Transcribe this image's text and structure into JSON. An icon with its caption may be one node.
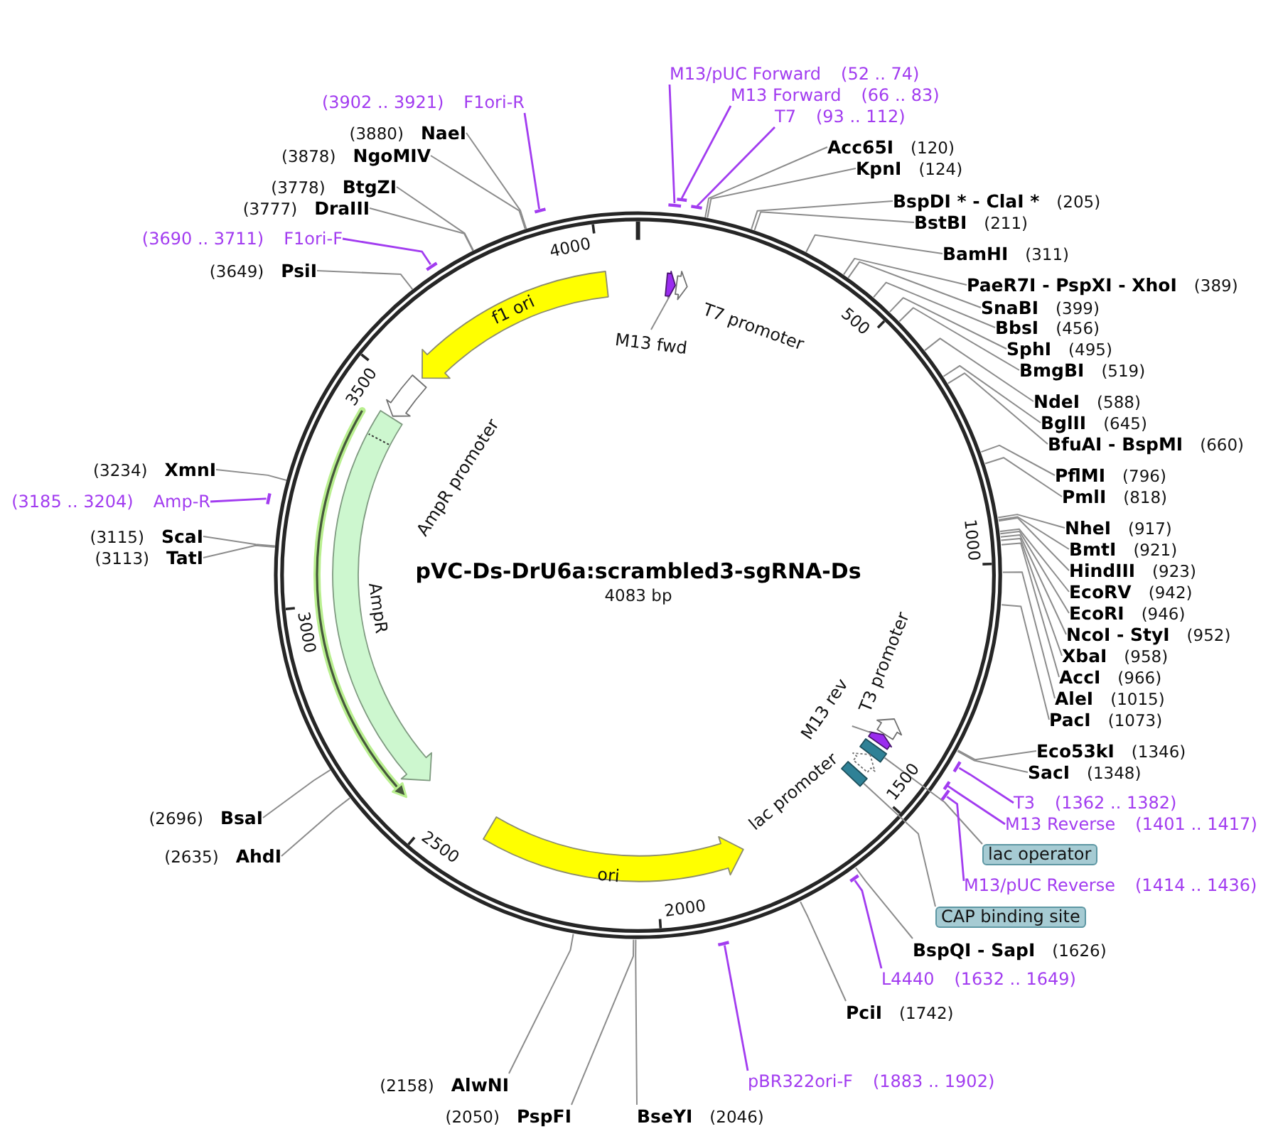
{
  "diagram": {
    "nodes": [
      {
        "text": [
          "pVC-Ds-DrU6a:scrambled3-sgRNA-Ds",
          "4083 bp"
        ]
      },
      {
        "text": [
          "M13/pUC Forward",
          "(52 .. 74)"
        ]
      },
      {
        "text": [],
        "shape": "bar"
      },
      {
        "text": [
          "M13 Forward",
          "(66 .. 83)"
        ]
      },
      {
        "text": [],
        "shape": "bar"
      },
      {
        "text": [
          "T7",
          "(93 .. 112)"
        ]
      },
      {
        "text": [],
        "shape": "bar"
      },
      {
        "text": [
          "Acc65I",
          "(120)"
        ]
      },
      {
        "text": [
          "KpnI",
          "(124)"
        ]
      },
      {
        "text": [
          "BspDI * - ClaI *",
          "(205)"
        ]
      },
      {
        "text": [
          "BstBI",
          "(211)"
        ]
      },
      {
        "text": [
          "BamHI",
          "(311)"
        ]
      },
      {
        "text": [
          "PaeR7I - PspXI - XhoI",
          "(389)"
        ]
      },
      {
        "text": [
          "SnaBI",
          "(399)"
        ]
      },
      {
        "text": [
          "BbsI",
          "(456)"
        ]
      },
      {
        "text": [
          "SphI",
          "(495)"
        ]
      },
      {
        "text": [
          "BmgBI",
          "(519)"
        ]
      },
      {
        "text": [
          "NdeI",
          "(588)"
        ]
      },
      {
        "text": [
          "BglII",
          "(645)"
        ]
      },
      {
        "text": [
          "BfuAI - BspMI",
          "(660)"
        ]
      },
      {
        "text": [
          "PflMI",
          "(796)"
        ]
      },
      {
        "text": [
          "PmlI",
          "(818)"
        ]
      },
      {
        "text": [
          "NheI",
          "(917)"
        ]
      },
      {
        "text": [
          "BmtI",
          "(921)"
        ]
      },
      {
        "text": [
          "HindIII",
          "(923)"
        ]
      },
      {
        "text": [
          "EcoRV",
          "(942)"
        ]
      },
      {
        "text": [
          "EcoRI",
          "(946)"
        ]
      },
      {
        "text": [
          "NcoI - StyI",
          "(952)"
        ]
      },
      {
        "text": [
          "XbaI",
          "(958)"
        ]
      },
      {
        "text": [
          "AccI",
          "(966)"
        ]
      },
      {
        "text": [
          "AleI",
          "(1015)"
        ]
      },
      {
        "text": [
          "PacI",
          "(1073)"
        ]
      },
      {
        "text": [
          "Eco53kI",
          "(1346)"
        ]
      },
      {
        "text": [
          "SacI",
          "(1348)"
        ]
      },
      {
        "text": [
          "T3",
          "(1362 .. 1382)"
        ]
      },
      {
        "text": [],
        "shape": "bar",
        "in": 0
      },
      {
        "text": [
          "M13 Reverse",
          "(1401 .. 1417)"
        ]
      },
      {
        "text": [],
        "shape": "bar",
        "in": 0
      },
      {
        "text": [
          "lac operator"
        ]
      },
      {
        "text": [
          "M13/pUC Reverse",
          "(1414 .. 1436)"
        ]
      },
      {
        "text": [],
        "shape": "bar",
        "in": 0
      },
      {
        "text": [
          "CAP binding site"
        ]
      },
      {
        "text": [
          "BspQI - SapI",
          "(1626)"
        ]
      },
      {
        "text": [
          "L4440",
          "(1632 .. 1649)"
        ]
      },
      {
        "text": [],
        "shape": "bar",
        "in": 0
      },
      {
        "text": [
          "PciI",
          "(1742)"
        ]
      },
      {
        "text": [
          "pBR322ori-F",
          "(1883 .. 1902)"
        ]
      },
      {
        "text": [],
        "shape": "bar"
      },
      {
        "text": [
          "BseYI",
          "(2046)"
        ]
      },
      {
        "text": [
          "(2050)",
          "PspFI"
        ]
      },
      {
        "text": [
          "(2158)",
          "AlwNI"
        ]
      },
      {
        "text": [
          "(2635)",
          "AhdI"
        ]
      },
      {
        "text": [
          "(2696)",
          "BsaI"
        ]
      },
      {
        "text": [
          "(3113)",
          "TatI"
        ]
      },
      {
        "text": [
          "(3115)",
          "ScaI"
        ]
      },
      {
        "text": [
          "(3185 .. 3204)",
          "Amp-R"
        ]
      },
      {
        "text": [],
        "shape": "bar"
      },
      {
        "text": [
          "(3234)",
          "XmnI"
        ]
      },
      {
        "text": [
          "(3649)",
          "PsiI"
        ]
      },
      {
        "text": [
          "(3690 .. 3711)",
          "F1ori-F"
        ]
      },
      {
        "text": [],
        "shape": "bar",
        "in": 0
      },
      {
        "text": [
          "(3777)",
          "DraIII"
        ]
      },
      {
        "text": [
          "(3778)",
          "BtgZI"
        ]
      },
      {
        "text": [
          "(3878)",
          "NgoMIV"
        ]
      },
      {
        "text": [
          "(3880)",
          "NaeI"
        ]
      },
      {
        "text": [
          "(3902 .. 3921)",
          "F1ori-R"
        ]
      },
      {
        "text": [],
        "shape": "bar"
      },
      {
        "text": [
          "M13 fwd"
        ],
        "in": 0
      },
      {
        "text": [],
        "shape": "arrow",
        "in": 0
      },
      {
        "text": [
          "T7 promoter"
        ],
        "in": 0
      },
      {
        "text": [
          "T3 promoter"
        ],
        "in": 0
      },
      {
        "text": [
          "M13 rev"
        ],
        "in": 0
      },
      {
        "text": [],
        "shape": "arrow",
        "in": 0
      },
      {
        "text": [],
        "shape": "box",
        "in": 0
      },
      {
        "text": [
          "lac promoter"
        ],
        "in": 0
      },
      {
        "text": [],
        "shape": "box",
        "in": 0
      },
      {
        "text": [
          "ori"
        ],
        "in": 0
      },
      {
        "text": [
          "AmpR"
        ],
        "in": 0
      },
      {
        "text": [
          "AmpR promoter"
        ],
        "in": 0
      },
      {
        "text": [
          "f1 ori"
        ],
        "in": 0
      }
    ],
    "edges": [
      {
        "from": 1,
        "to": 2,
        "arrow": "none",
        "color": "#a23cf0"
      },
      {
        "from": 3,
        "to": 4,
        "arrow": "none",
        "color": "#a23cf0"
      },
      {
        "from": 5,
        "to": 6,
        "arrow": "none",
        "color": "#a23cf0"
      },
      {
        "from": 7,
        "to": 0,
        "arrow": "none"
      },
      {
        "from": 8,
        "to": 0,
        "arrow": "none"
      },
      {
        "from": 9,
        "to": 0,
        "arrow": "none"
      },
      {
        "from": 10,
        "to": 0,
        "arrow": "none"
      },
      {
        "from": 11,
        "to": 0,
        "arrow": "none"
      },
      {
        "from": 12,
        "to": 0,
        "arrow": "none"
      },
      {
        "from": 13,
        "to": 0,
        "arrow": "none"
      },
      {
        "from": 14,
        "to": 0,
        "arrow": "none"
      },
      {
        "from": 15,
        "to": 0,
        "arrow": "none"
      },
      {
        "from": 16,
        "to": 0,
        "arrow": "none"
      },
      {
        "from": 17,
        "to": 0,
        "arrow": "none"
      },
      {
        "from": 18,
        "to": 0,
        "arrow": "none"
      },
      {
        "from": 19,
        "to": 0,
        "arrow": "none"
      },
      {
        "from": 20,
        "to": 0,
        "arrow": "none"
      },
      {
        "from": 21,
        "to": 0,
        "arrow": "none"
      },
      {
        "from": 22,
        "to": 0,
        "arrow": "none"
      },
      {
        "from": 23,
        "to": 0,
        "arrow": "none"
      },
      {
        "from": 24,
        "to": 0,
        "arrow": "none"
      },
      {
        "from": 25,
        "to": 0,
        "arrow": "none"
      },
      {
        "from": 26,
        "to": 0,
        "arrow": "none"
      },
      {
        "from": 27,
        "to": 0,
        "arrow": "none"
      },
      {
        "from": 28,
        "to": 0,
        "arrow": "none"
      },
      {
        "from": 29,
        "to": 0,
        "arrow": "none"
      },
      {
        "from": 30,
        "to": 0,
        "arrow": "none"
      },
      {
        "from": 31,
        "to": 0,
        "arrow": "none"
      },
      {
        "from": 32,
        "to": 0,
        "arrow": "none"
      },
      {
        "from": 33,
        "to": 0,
        "arrow": "none"
      },
      {
        "from": 34,
        "to": 35,
        "arrow": "none",
        "color": "#a23cf0"
      },
      {
        "from": 36,
        "to": 37,
        "arrow": "none",
        "color": "#a23cf0"
      },
      {
        "from": 38,
        "to": 73,
        "arrow": "none"
      },
      {
        "from": 39,
        "to": 40,
        "arrow": "none",
        "color": "#a23cf0"
      },
      {
        "from": 41,
        "to": 75,
        "arrow": "none"
      },
      {
        "from": 42,
        "to": 0,
        "arrow": "none"
      },
      {
        "from": 43,
        "to": 44,
        "arrow": "none",
        "color": "#a23cf0"
      },
      {
        "from": 45,
        "to": 0,
        "arrow": "none"
      },
      {
        "from": 46,
        "to": 47,
        "arrow": "none",
        "color": "#a23cf0"
      },
      {
        "from": 48,
        "to": 0,
        "arrow": "none"
      },
      {
        "from": 49,
        "to": 0,
        "arrow": "none"
      },
      {
        "from": 50,
        "to": 0,
        "arrow": "none"
      },
      {
        "from": 51,
        "to": 0,
        "arrow": "none"
      },
      {
        "from": 52,
        "to": 0,
        "arrow": "none"
      },
      {
        "from": 53,
        "to": 0,
        "arrow": "none"
      },
      {
        "from": 54,
        "to": 0,
        "arrow": "none"
      },
      {
        "from": 55,
        "to": 56,
        "arrow": "none",
        "color": "#a23cf0"
      },
      {
        "from": 57,
        "to": 0,
        "arrow": "none"
      },
      {
        "from": 58,
        "to": 0,
        "arrow": "none"
      },
      {
        "from": 59,
        "to": 60,
        "arrow": "none",
        "color": "#a23cf0"
      },
      {
        "from": 61,
        "to": 0,
        "arrow": "none"
      },
      {
        "from": 62,
        "to": 0,
        "arrow": "none"
      },
      {
        "from": 63,
        "to": 0,
        "arrow": "none"
      },
      {
        "from": 64,
        "to": 0,
        "arrow": "none"
      },
      {
        "from": 65,
        "to": 66,
        "arrow": "none",
        "color": "#a23cf0"
      },
      {
        "from": 67,
        "to": 68,
        "arrow": "none"
      },
      {
        "from": 71,
        "to": 72,
        "arrow": "none"
      }
    ],
    "labels": [
      "500",
      "1000",
      "1500",
      "2000",
      "2500",
      "3000",
      "3500",
      "4000"
    ]
  }
}
